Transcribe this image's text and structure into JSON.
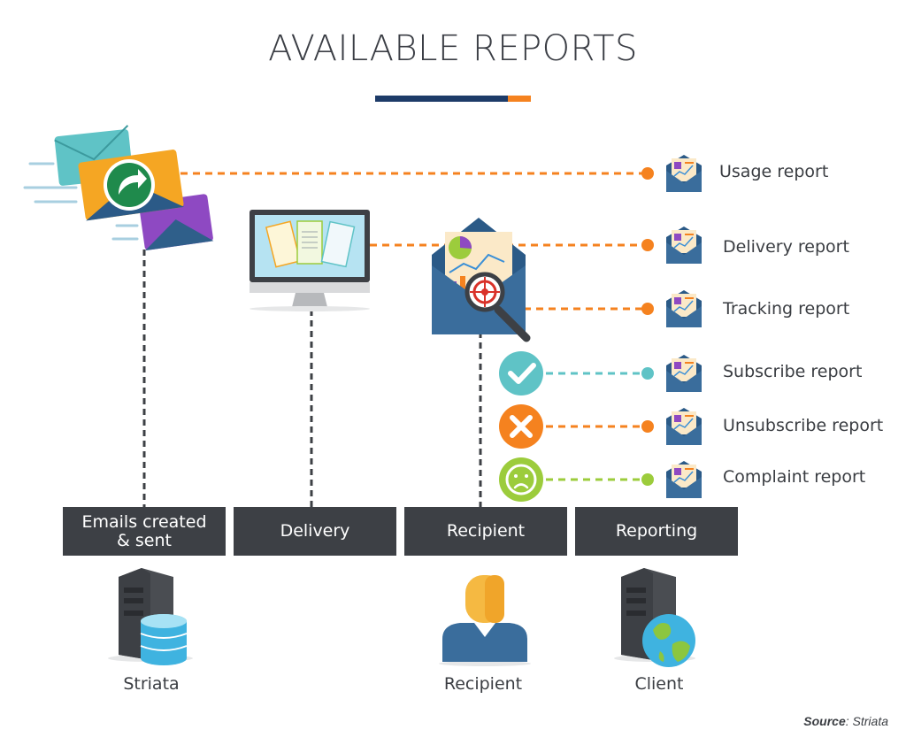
{
  "title": "AVAILABLE REPORTS",
  "colors": {
    "navy": "#1d3b68",
    "orange": "#f5821f",
    "teal": "#5fc3c6",
    "green": "#9ccc3c",
    "dark_box": "#3d4045"
  },
  "reports": [
    {
      "label": "Usage report",
      "line_color": "orange"
    },
    {
      "label": "Delivery report",
      "line_color": "orange"
    },
    {
      "label": "Tracking report",
      "line_color": "orange"
    },
    {
      "label": "Subscribe report",
      "line_color": "teal",
      "status_icon": "checkmark-icon"
    },
    {
      "label": "Unsubscribe report",
      "line_color": "orange",
      "status_icon": "cross-icon"
    },
    {
      "label": "Complaint report",
      "line_color": "green",
      "status_icon": "sad-face-icon"
    }
  ],
  "stages": [
    {
      "label": "Emails created & sent"
    },
    {
      "label": "Delivery"
    },
    {
      "label": "Recipient"
    },
    {
      "label": "Reporting"
    }
  ],
  "entities": [
    {
      "label": "Striata",
      "icon": "server-database-icon"
    },
    {
      "label": "Recipient",
      "icon": "person-icon"
    },
    {
      "label": "Client",
      "icon": "server-globe-icon"
    }
  ],
  "source": {
    "prefix": "Source",
    "value": ": Striata"
  }
}
